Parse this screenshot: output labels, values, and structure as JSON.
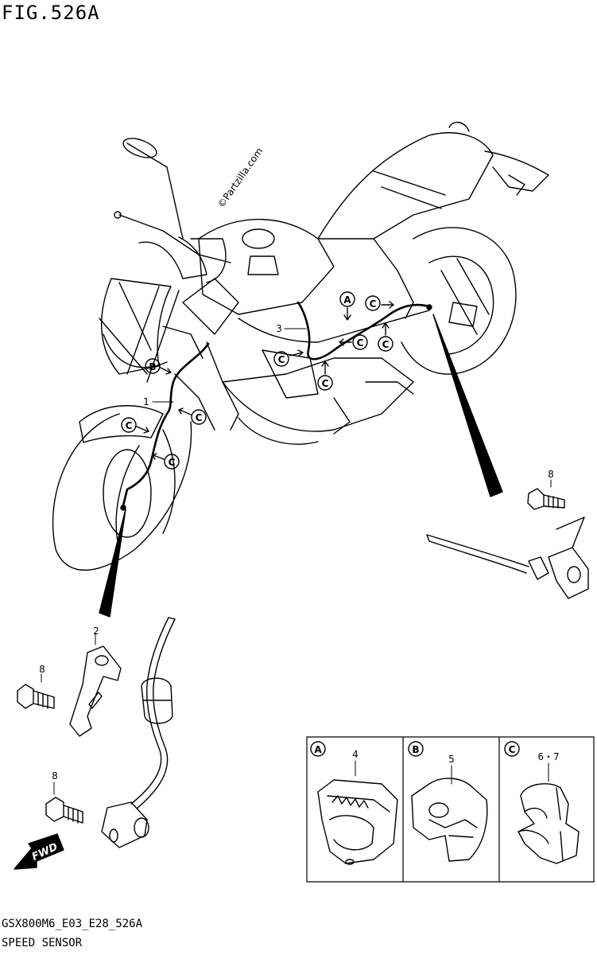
{
  "title": "FIG.526A",
  "watermark": "©Partzilla.com",
  "callouts": {
    "harness_front": "1",
    "bracket": "2",
    "harness_rear": "3",
    "clamp_a": "4",
    "clamp_b": "5",
    "clamp_c": "6・7",
    "bolt": "8"
  },
  "detail_letters": {
    "a": "A",
    "b": "B",
    "c": "C"
  },
  "fwd_label": "FWD",
  "footer": {
    "code": "GSX800M6_E03_E28_526A",
    "name": "SPEED SENSOR"
  }
}
